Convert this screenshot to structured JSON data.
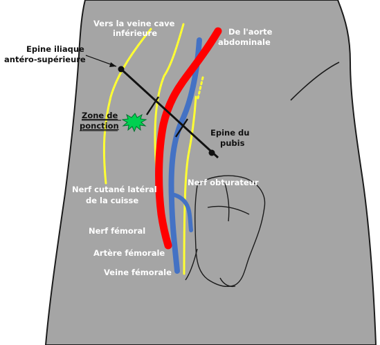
{
  "colors": {
    "background": "#ffffff",
    "body_fill": "#a5a5a5",
    "outline": "#1a1a1a",
    "artery": "#ff0000",
    "vein": "#4472c4",
    "nerve": "#ffff33",
    "puncture_zone": "#00d050"
  },
  "labels": {
    "vena_cava_line1": "Vers la veine cave",
    "vena_cava_line2": "inférieure",
    "aorta_line1": "De l'aorte",
    "aorta_line2": "abdominale",
    "asis_line1": "Epine iliaque",
    "asis_line2": "antéro-supérieure",
    "zone_line1": "Zone de",
    "zone_line2": "ponction",
    "pubis_line1": "Epine du",
    "pubis_line2": "pubis",
    "nerve_obturator": "Nerf obturateur",
    "nerve_lateral_line1": "Nerf cutané latéral",
    "nerve_lateral_line2": "de la cuisse",
    "nerve_femoral": "Nerf fémoral",
    "artery_femoral": "Artère fémorale",
    "vein_femoral": "Veine fémorale"
  },
  "icons": {
    "puncture_marker": "green-starburst-icon",
    "landmark_dot": "landmark-point-icon"
  }
}
